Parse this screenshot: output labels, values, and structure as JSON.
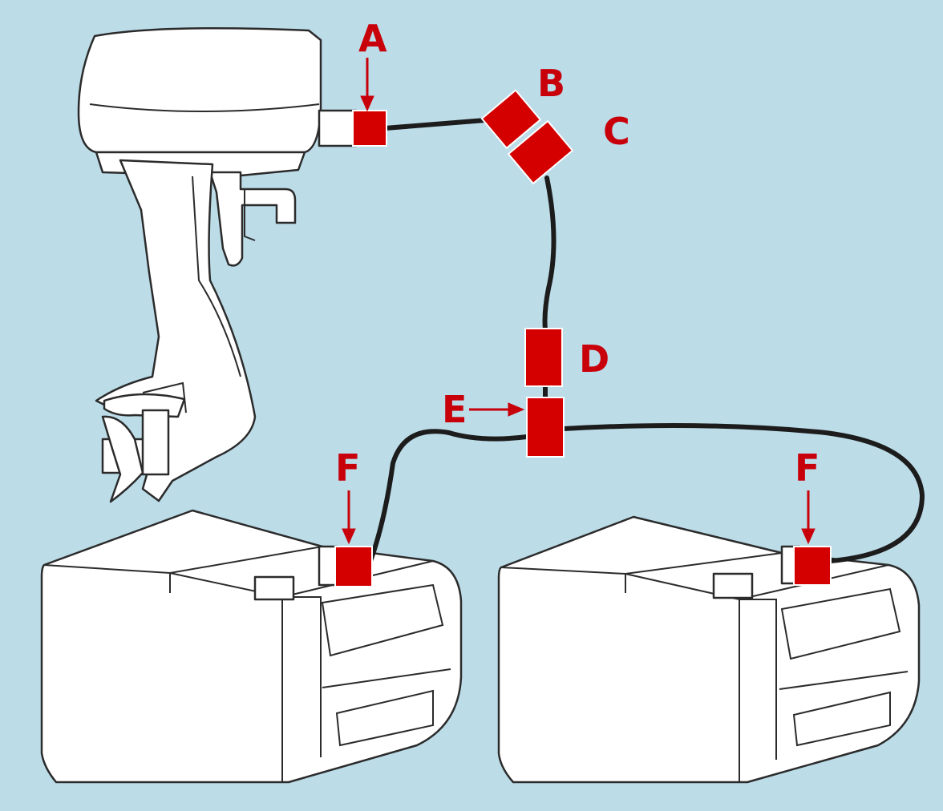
{
  "labels": {
    "a": "A",
    "b": "B",
    "c": "C",
    "d": "D",
    "e": "E",
    "f_left": "F",
    "f_right": "F"
  },
  "colors": {
    "background": "#bcdce8",
    "connector_red": "#d40000",
    "label_red": "#c8000a",
    "hose": "#1c1c1c",
    "equipment_fill": "#ffffff",
    "outline": "#2b2b2b"
  },
  "icons": {
    "outboard_motor": "outboard-motor-icon",
    "fuel_tank": "fuel-tank-icon",
    "arrow": "arrow-icon"
  }
}
